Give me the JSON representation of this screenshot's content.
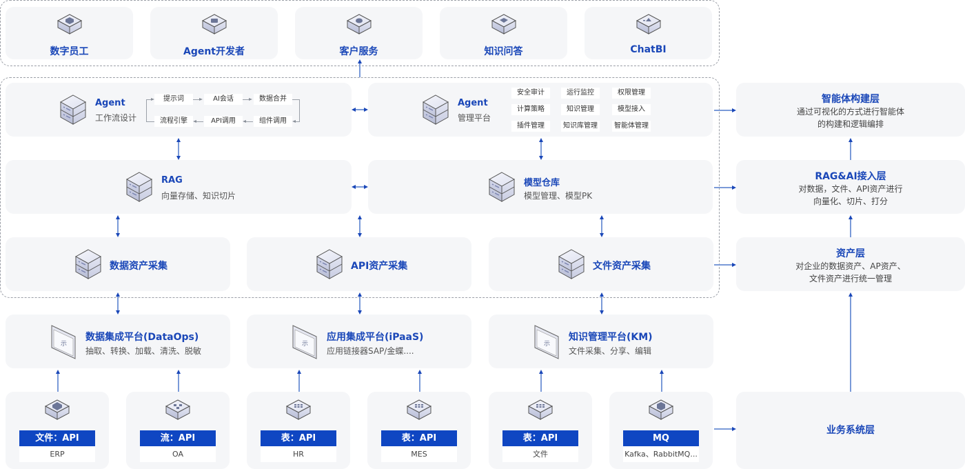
{
  "top_apps": [
    {
      "label": "数字员工",
      "icon": "agent-hex-icon"
    },
    {
      "label": "Agent开发者",
      "icon": "developer-hex-icon"
    },
    {
      "label": "客户服务",
      "icon": "service-bubble-icon"
    },
    {
      "label": "知识问答",
      "icon": "knowledge-book-icon"
    },
    {
      "label": "ChatBI",
      "icon": "chart-bell-icon"
    }
  ],
  "agent_workflow": {
    "title": "Agent",
    "subtitle": "工作流设计",
    "steps_top": [
      "提示词",
      "AI会话",
      "数据合并"
    ],
    "steps_bottom": [
      "流程引擎",
      "API调用",
      "组件调用"
    ]
  },
  "agent_platform": {
    "title": "Agent",
    "subtitle": "管理平台",
    "features": [
      "安全审计",
      "运行监控",
      "权限管理",
      "计算策略",
      "知识管理",
      "模型接入",
      "插件管理",
      "知识库管理",
      "智能体管理"
    ]
  },
  "rag": {
    "title": "RAG",
    "subtitle": "向量存储、知识切片"
  },
  "model_repo": {
    "title": "模型仓库",
    "subtitle": "模型管理、模型PK"
  },
  "collectors": [
    {
      "title": "数据资产采集"
    },
    {
      "title": "API资产采集"
    },
    {
      "title": "文件资产采集"
    }
  ],
  "platforms": [
    {
      "title": "数据集成平台(DataOps)",
      "subtitle": "抽取、转换、加载、清洗、脱敏"
    },
    {
      "title": "应用集成平台(iPaaS)",
      "subtitle": "应用链接器SAP/金蝶...."
    },
    {
      "title": "知识管理平台(KM)",
      "subtitle": "文件采集、分享、编辑"
    }
  ],
  "sources": [
    {
      "badge": "文件：API",
      "name": "ERP",
      "icon": "file-hex-icon"
    },
    {
      "badge": "流：API",
      "name": "OA",
      "icon": "flow-hex-icon"
    },
    {
      "badge": "表：API",
      "name": "HR",
      "icon": "table-hex-icon"
    },
    {
      "badge": "表：API",
      "name": "MES",
      "icon": "table-hex-icon"
    },
    {
      "badge": "表：API",
      "name": "文件",
      "icon": "table-hex-icon"
    },
    {
      "badge": "MQ",
      "name": "Kafka、RabbitMQ...",
      "icon": "mq-hex-icon"
    }
  ],
  "layers": [
    {
      "title": "智能体构建层",
      "desc": [
        "通过可视化的方式进行智能体",
        "的构建和逻辑编排"
      ]
    },
    {
      "title": "RAG&AI接入层",
      "desc": [
        "对数据，文件、API资产进行",
        "向量化、切片、打分"
      ]
    },
    {
      "title": "资产层",
      "desc": [
        "对企业的数据资产、AP资产、",
        "文件资产进行统一管理"
      ]
    },
    {
      "title": "业务系统层",
      "desc": []
    }
  ],
  "colors": {
    "accent": "#1a47b8",
    "badge": "#0f46c2",
    "panel": "#f5f6f8",
    "connector": "#7a9ad8"
  }
}
